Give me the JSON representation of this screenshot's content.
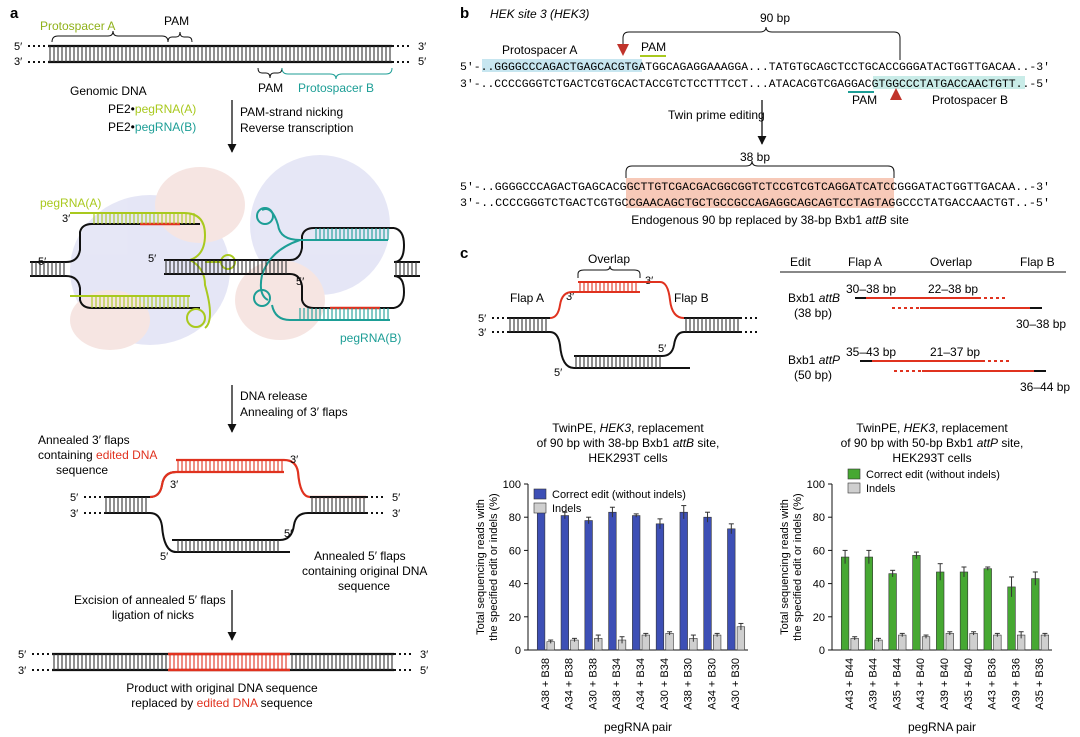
{
  "panel_a": {
    "label": "a",
    "protospacer_a": "Protospacer A",
    "pam_top": "PAM",
    "pam_bottom": "PAM",
    "protospacer_b": "Protospacer B",
    "five_prime": "5′",
    "three_prime": "3′",
    "genomic_dna": "Genomic DNA",
    "pe2_a_prefix": "PE2•",
    "pe2_a_name": "pegRNA(A)",
    "pe2_b_prefix": "PE2•",
    "pe2_b_name": "pegRNA(B)",
    "step1_line1": "PAM-strand nicking",
    "step1_line2": "Reverse transcription",
    "pegrna_a_label": "pegRNA(A)",
    "pegrna_b_label": "pegRNA(B)",
    "step2_line1": "DNA release",
    "step2_line2": "Annealing of 3′ flaps",
    "annealed3_line1": "Annealed 3′ flaps",
    "annealed3_line2_prefix": "containing ",
    "annealed3_line2_colored": "edited DNA",
    "annealed3_line3": "sequence",
    "annealed5_line1": "Annealed 5′ flaps",
    "annealed5_line2": "containing original DNA",
    "annealed5_line3": "sequence",
    "step3_line1": "Excision of annealed 5′ flaps",
    "step3_line2": "ligation of nicks",
    "product_line1": "Product with original DNA sequence",
    "product_line2_prefix": "replaced by ",
    "product_line2_colored": "edited DNA",
    "product_line2_suffix": " sequence"
  },
  "panel_b": {
    "label": "b",
    "hek_title": "HEK site 3 (HEK3)",
    "bp90": "90 bp",
    "protospacer_a": "Protospacer A",
    "pam_top": "PAM",
    "seq_top_prefix": "5′-..",
    "seq_top_hl": "GGGGCCCAGACTGAGCACGTGA",
    "seq_top_rest": "TGGCAGAGGAAAGGA...TATGTGCAGCTCCTGCACCGGGATACTGGTTGACAA..",
    "seq_top_end": "-3′",
    "seq_bot_prefix": "3′-..",
    "seq_bot_rest1": "CCCCGGGTCTGACTCGTGCACTACCGTCTCCTTTCCT...ATACACGTCGAGGAC",
    "seq_bot_hl": "GTGGCCCTATGACCAACTGT",
    "seq_bot_rest2": "T..",
    "seq_bot_end": "-5′",
    "pam_bottom": "PAM",
    "protospacer_b": "Protospacer B",
    "twin_pe": "Twin prime editing",
    "bp38": "38 bp",
    "res_top_prefix": "5′-..",
    "res_top_1": "GGGGCCCAGACTGAGCAC",
    "res_top_hl": "GGCTTGTCGACGACGGCGGTCTCCGTCGTCAGGATCAT",
    "res_top_2": "CCGGGATACTGGTTGACAA..",
    "res_top_end": "-3′",
    "res_bot_prefix": "3′-..",
    "res_bot_1": "CCCCGGGTCTGACTCGTG",
    "res_bot_hl": "CCGAACAGCTGCTGCCGCCAGAGGCAGCAGTCCTAGTA",
    "res_bot_2": "GGCCCTATGACCAACTGT..",
    "res_bot_end": "-5′",
    "caption_prefix": "Endogenous 90 bp replaced by 38-bp Bxb1 ",
    "caption_italic": "attB",
    "caption_suffix": " site"
  },
  "panel_c": {
    "label": "c",
    "overlap": "Overlap",
    "flap_a": "Flap A",
    "flap_b": "Flap B",
    "five_prime": "5′",
    "three_prime": "3′",
    "table_headers": [
      "Edit",
      "Flap A",
      "Overlap",
      "Flap B"
    ],
    "row1_name_prefix": "Bxb1 ",
    "row1_name_italic": "attB",
    "row1_size": "(38 bp)",
    "row1_flap_a": "30–38 bp",
    "row1_overlap": "22–38 bp",
    "row1_flap_b": "30–38 bp",
    "row2_name_prefix": "Bxb1 ",
    "row2_name_italic": "attP",
    "row2_size": "(50 bp)",
    "row2_flap_a": "35–43 bp",
    "row2_overlap": "21–37 bp",
    "row2_flap_b": "36–44 bp"
  },
  "colors": {
    "edited": "#e0321f",
    "pegrna_a": "#a9c91e",
    "pegrna_b": "#1d9e96",
    "hl_seq_top": "#c7e6f0",
    "hl_seq_bot": "#c9ece8",
    "hl_result": "#f7c9b8",
    "arrowhead": "#c0332b",
    "bar_blue": "#3d4fb5",
    "bar_green": "#46a832",
    "bar_gray": "#cfcfcf"
  },
  "chart_data": [
    {
      "type": "bar",
      "title_line1": "TwinPE, ",
      "title_line1_italic": "HEK3",
      "title_line1_suffix": ", replacement",
      "title_line2_prefix": "of 90 bp with 38-bp Bxb1 ",
      "title_line2_italic": "attB",
      "title_line2_suffix": " site,",
      "title_line3": "HEK293T cells",
      "ylabel_line1": "Total sequencing reads with",
      "ylabel_line2": "the specified edit or indels (%)",
      "xlabel": "pegRNA pair",
      "ylim": [
        0,
        100
      ],
      "yticks": [
        "0",
        "20",
        "40",
        "60",
        "80",
        "100"
      ],
      "categories": [
        "A38 + B38",
        "A34 + B38",
        "A30 + B38",
        "A38 + B34",
        "A34 + B34",
        "A30 + B34",
        "A38 + B30",
        "A34 + B30",
        "A30 + B30"
      ],
      "series": [
        {
          "name": "Correct edit (without indels)",
          "color": "#3d4fb5",
          "values": [
            85,
            81,
            78,
            83,
            81,
            76,
            83,
            80,
            73
          ],
          "errors": [
            1,
            2,
            2,
            3,
            1,
            3,
            4,
            3,
            3
          ]
        },
        {
          "name": "Indels",
          "color": "#cfcfcf",
          "values": [
            5,
            6,
            7,
            6,
            9,
            10,
            7,
            9,
            14
          ],
          "errors": [
            1,
            1,
            2,
            2,
            1,
            1,
            2,
            1,
            2
          ]
        }
      ],
      "legend": "top-left"
    },
    {
      "type": "bar",
      "title_line1": "TwinPE, ",
      "title_line1_italic": "HEK3",
      "title_line1_suffix": ", replacement",
      "title_line2_prefix": "of 90 bp with 50-bp Bxb1 ",
      "title_line2_italic": "attP",
      "title_line2_suffix": " site,",
      "title_line3": "HEK293T cells",
      "ylabel_line1": "Total sequencing reads with",
      "ylabel_line2": "the specified edit or indels (%)",
      "xlabel": "pegRNA pair",
      "ylim": [
        0,
        100
      ],
      "yticks": [
        "0",
        "20",
        "40",
        "60",
        "80",
        "100"
      ],
      "categories": [
        "A43 + B44",
        "A39 + B44",
        "A35 + B44",
        "A43 + B40",
        "A39 + B40",
        "A35 + B40",
        "A43 + B36",
        "A39 + B36",
        "A35 + B36"
      ],
      "series": [
        {
          "name": "Correct edit (without indels)",
          "color": "#46a832",
          "values": [
            56,
            56,
            46,
            57,
            47,
            47,
            49,
            38,
            43
          ],
          "errors": [
            4,
            4,
            2,
            2,
            5,
            3,
            1,
            6,
            4
          ]
        },
        {
          "name": "Indels",
          "color": "#cfcfcf",
          "values": [
            7,
            6,
            9,
            8,
            10,
            10,
            9,
            9,
            9
          ],
          "errors": [
            1,
            1,
            1,
            1,
            1,
            1,
            1,
            2,
            1
          ]
        }
      ],
      "legend": "top-left"
    }
  ]
}
